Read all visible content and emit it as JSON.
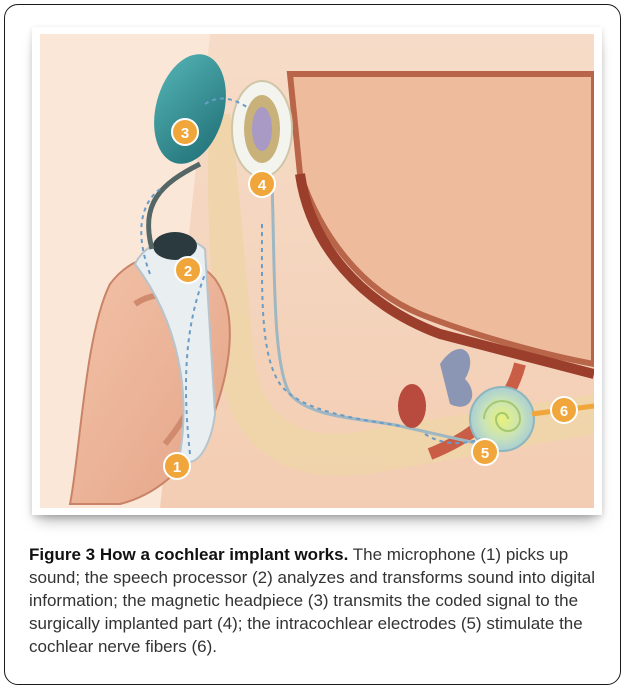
{
  "figure": {
    "label": "Figure 3",
    "title": "How a cochlear implant works.",
    "body": "The microphone (1) picks up sound; the speech processor (2) analyzes and transforms sound into digital information; the magnetic headpiece (3) transmits the coded signal to the surgically implanted part (4); the intracochlear electrodes (5) stimulate the cochlear nerve fibers (6).",
    "markers": [
      "1",
      "2",
      "3",
      "4",
      "5",
      "6"
    ]
  },
  "colors": {
    "skin": "#f2c9ad",
    "skin_dark": "#d9826a",
    "bone": "#e9ca9d",
    "marker": "#f0a63a",
    "headpiece": "#2f8f93",
    "wire": "#9fb7c2"
  }
}
